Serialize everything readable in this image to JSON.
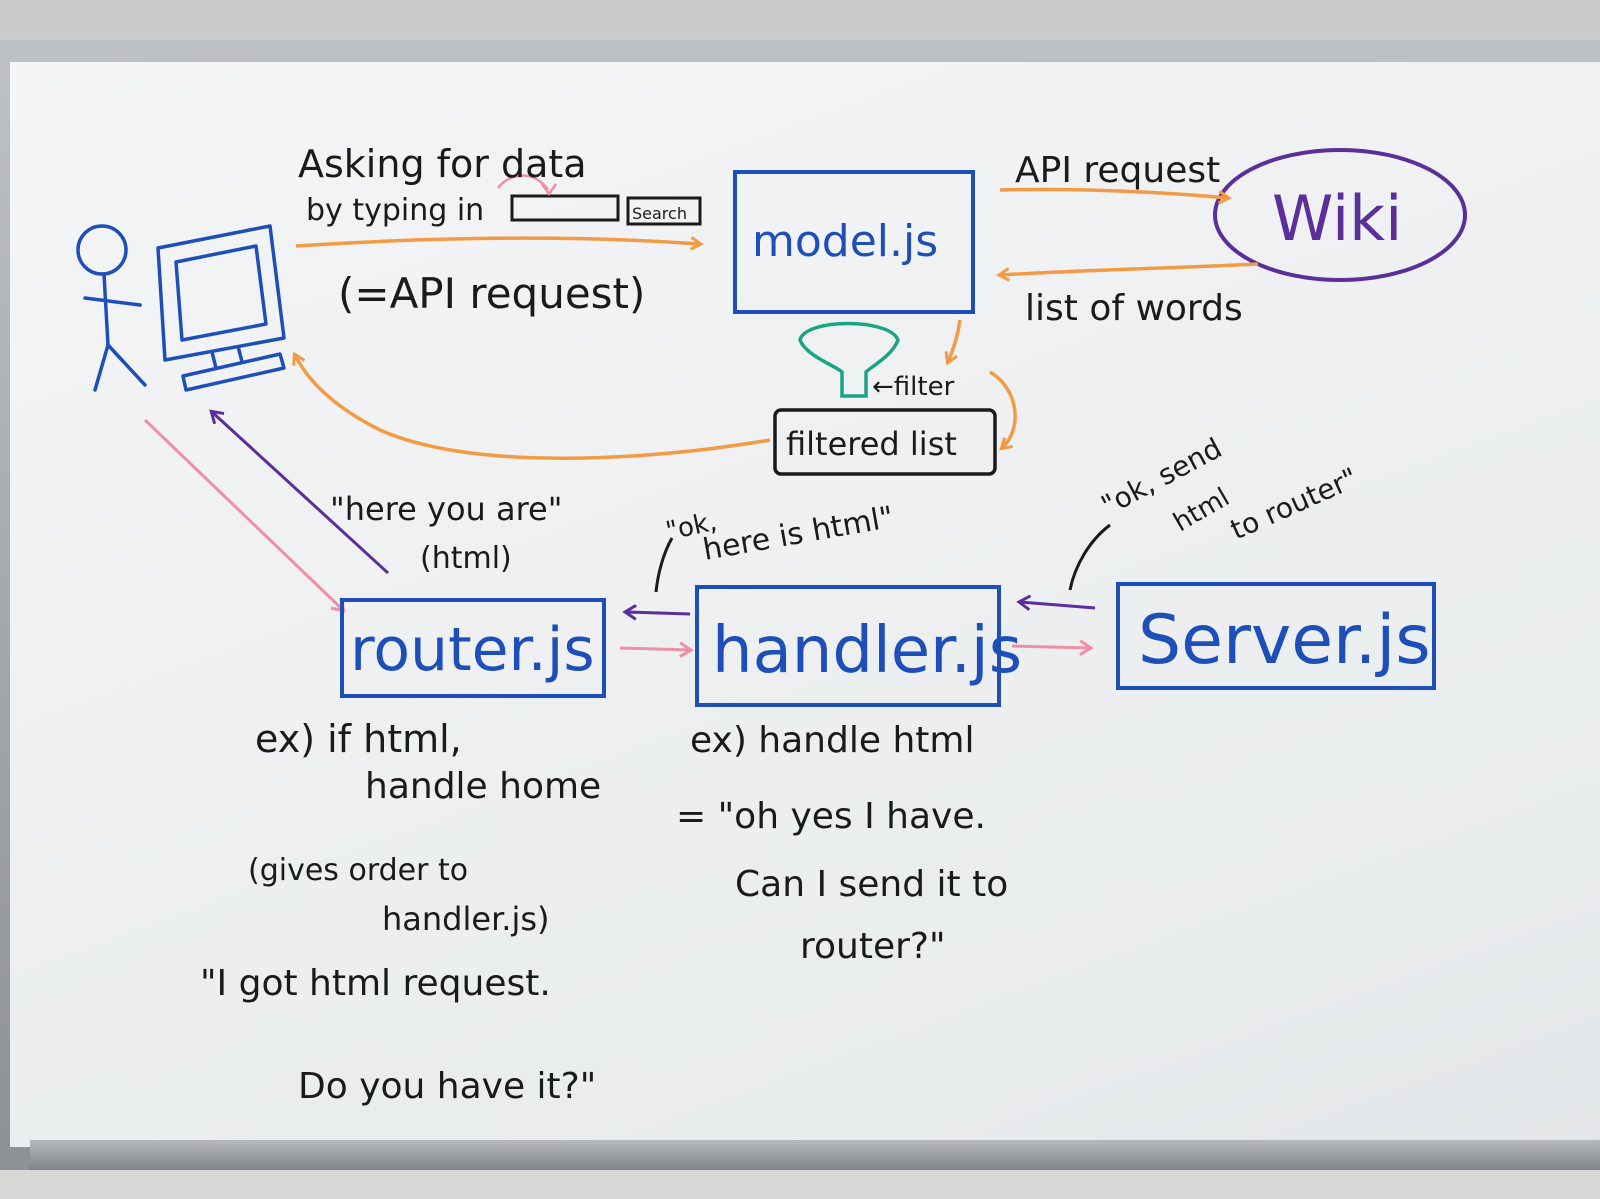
{
  "colors": {
    "blue_marker": "#1e4fb8",
    "black_marker": "#1a1a1a",
    "orange_marker": "#f39a45",
    "purple_marker": "#5a2f9a",
    "pink_marker": "#ee8fa6",
    "green_marker": "#1aa486"
  },
  "icons": [
    "stick-figure",
    "computer-monitor",
    "search-box",
    "filter-funnel"
  ],
  "nodes": {
    "model": "model.js",
    "wiki": "Wiki",
    "filtered_list": "filtered list",
    "router": "router.js",
    "handler": "handler.js",
    "server": "Server.js",
    "search_button": "Search"
  },
  "labels": {
    "asking_line1": "Asking for data",
    "asking_line2": "by typing in",
    "api_request_paren": "(=API request)",
    "api_request": "API request",
    "list_of_words": "list of words",
    "filter": "←filter",
    "here_you_are": "\"here you are\"",
    "here_you_are_html": "(html)",
    "ok_here_is_html_1": "\"ok,",
    "ok_here_is_html_2": "here is html\"",
    "ok_send_1": "\"ok, send",
    "ok_send_2": "html",
    "ok_send_3": "to router\""
  },
  "notes": {
    "router_ex_1": "ex) if html,",
    "router_ex_2": "handle home",
    "router_order_1": "(gives order to",
    "router_order_2": "handler.js)",
    "router_quote_1": "\"I got html request.",
    "router_quote_2": "Do you have it?\"",
    "handler_ex_1": "ex) handle html",
    "handler_quote_1": "= \"oh yes I have.",
    "handler_quote_2": "Can I send it to",
    "handler_quote_3": "router?\""
  }
}
